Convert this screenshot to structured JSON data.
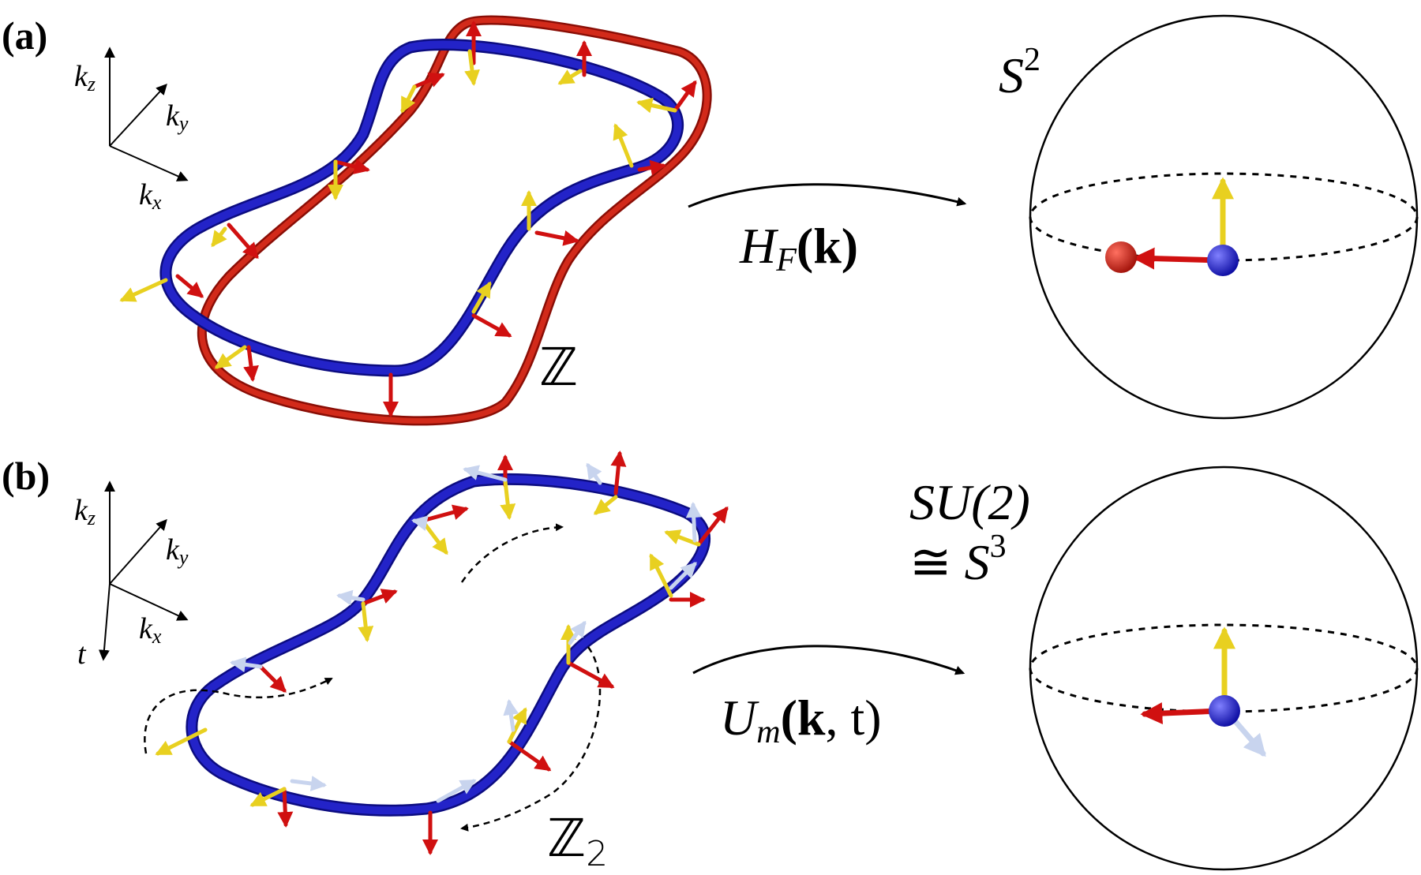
{
  "panels": {
    "a": {
      "label": "(a)",
      "axes": {
        "z": "k",
        "z_sub": "z",
        "y": "k",
        "y_sub": "y",
        "x": "k",
        "x_sub": "x"
      },
      "invariant": "ℤ",
      "map_fn": "H",
      "map_sub": "F",
      "map_arg": "(k)",
      "target": "S",
      "target_sup": "2"
    },
    "b": {
      "label": "(b)",
      "axes": {
        "z": "k",
        "z_sub": "z",
        "y": "k",
        "y_sub": "y",
        "x": "k",
        "x_sub": "x",
        "t": "t"
      },
      "invariant": "ℤ",
      "invariant_sub": "2",
      "map_fn": "U",
      "map_sub": "m",
      "map_arg_k": "(k",
      "map_arg_t": ", t)",
      "target_line1": "SU(2)",
      "target_line2_rel": "≅ ",
      "target_line2": "S",
      "target_line2_sup": "3"
    }
  },
  "colors": {
    "blue_tube": "#2323c8",
    "red_tube": "#d22a1a",
    "red_arrow": "#d01010",
    "yellow_arrow": "#e8d020",
    "white_arrow": "#c8d4ee",
    "ink": "#000000"
  }
}
